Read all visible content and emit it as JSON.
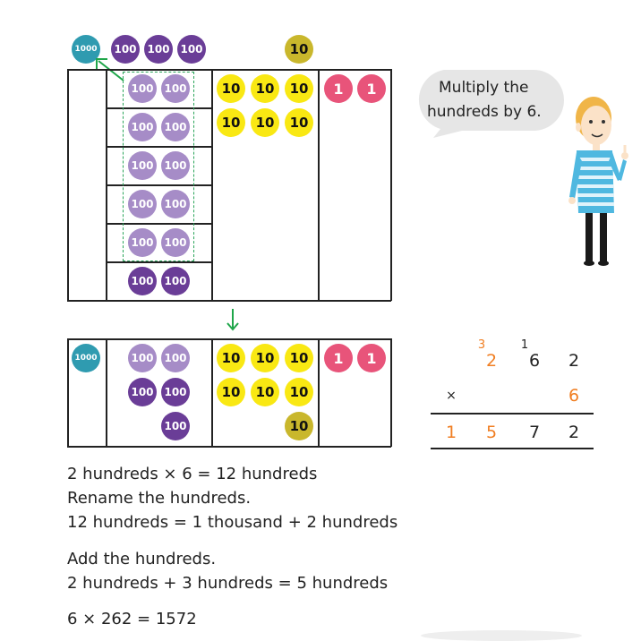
{
  "counters": {
    "thousand": "1000",
    "hundred": "100",
    "ten": "10",
    "one": "1"
  },
  "speech": {
    "line1": "Multiply the",
    "line2": "hundreds by 6."
  },
  "column_method": {
    "row1": [
      "2",
      "6",
      "2"
    ],
    "carry_hundreds": "3",
    "carry_tens": "1",
    "times_sign": "×",
    "multiplier": "6",
    "result": [
      "1",
      "5",
      "7",
      "2"
    ]
  },
  "text": {
    "line1": "2 hundreds × 6 = 12 hundreds",
    "line2": "Rename the hundreds.",
    "line3": "12 hundreds = 1 thousand + 2 hundreds",
    "line4": "Add the hundreds.",
    "line5": "2 hundreds + 3 hundreds = 5 hundreds",
    "line6": "6 × 262 = 1572"
  },
  "colors": {
    "thousand": "#2f9bb0",
    "hundred_dark": "#6a3d97",
    "hundred_light": "#a68cc7",
    "ten": "#f9e813",
    "ten_dark": "#c9b72c",
    "one": "#e8547a",
    "arrow": "#1fa64a",
    "carry": "#f07e22"
  }
}
